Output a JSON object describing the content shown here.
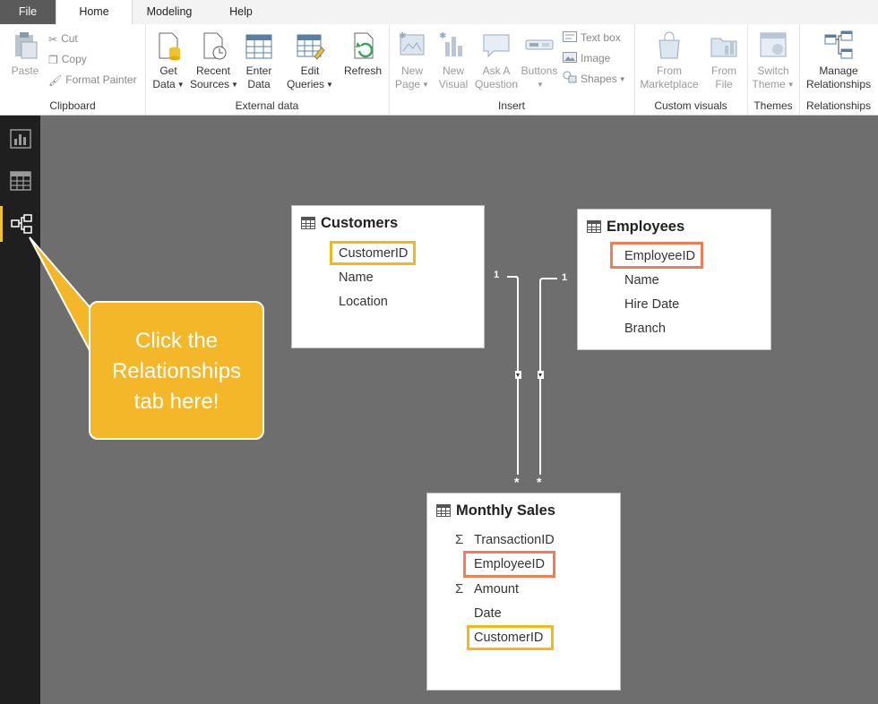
{
  "tabs": {
    "file": "File",
    "home": "Home",
    "modeling": "Modeling",
    "help": "Help"
  },
  "ribbon": {
    "clipboard": {
      "paste": "Paste",
      "cut": "Cut",
      "copy": "Copy",
      "format_painter": "Format Painter",
      "label": "Clipboard"
    },
    "external_data": {
      "get_data_1": "Get",
      "get_data_2": "Data",
      "recent_1": "Recent",
      "recent_2": "Sources",
      "enter_1": "Enter",
      "enter_2": "Data",
      "edit_1": "Edit",
      "edit_2": "Queries",
      "refresh": "Refresh",
      "label": "External data"
    },
    "insert": {
      "new_page_1": "New",
      "new_page_2": "Page",
      "new_visual_1": "New",
      "new_visual_2": "Visual",
      "ask_1": "Ask A",
      "ask_2": "Question",
      "buttons": "Buttons",
      "text_box": "Text box",
      "image": "Image",
      "shapes": "Shapes",
      "label": "Insert"
    },
    "custom_visuals": {
      "market_1": "From",
      "market_2": "Marketplace",
      "file_1": "From",
      "file_2": "File",
      "label": "Custom visuals"
    },
    "themes": {
      "switch_1": "Switch",
      "switch_2": "Theme",
      "label": "Themes"
    },
    "relationships": {
      "manage_1": "Manage",
      "manage_2": "Relationships",
      "label": "Relationships"
    }
  },
  "tables": {
    "customers": {
      "title": "Customers",
      "fields": [
        "CustomerID",
        "Name",
        "Location"
      ]
    },
    "employees": {
      "title": "Employees",
      "fields": [
        "EmployeeID",
        "Name",
        "Hire Date",
        "Branch"
      ]
    },
    "monthly_sales": {
      "title": "Monthly Sales",
      "fields": [
        "TransactionID",
        "EmployeeID",
        "Amount",
        "Date",
        "CustomerID"
      ],
      "sigma": "Σ"
    }
  },
  "relationships": {
    "one": "1",
    "many": "*"
  },
  "callout": {
    "line1": "Click the",
    "line2": "Relationships",
    "line3": "tab here!"
  },
  "colors": {
    "highlight_yellow": "#f2b81c",
    "highlight_orange": "#ef7d5a",
    "callout": "#f4b72a",
    "canvas": "#6e6e6e"
  },
  "icons": [
    "report-view-icon",
    "data-view-icon",
    "relationships-view-icon",
    "table-icon"
  ]
}
